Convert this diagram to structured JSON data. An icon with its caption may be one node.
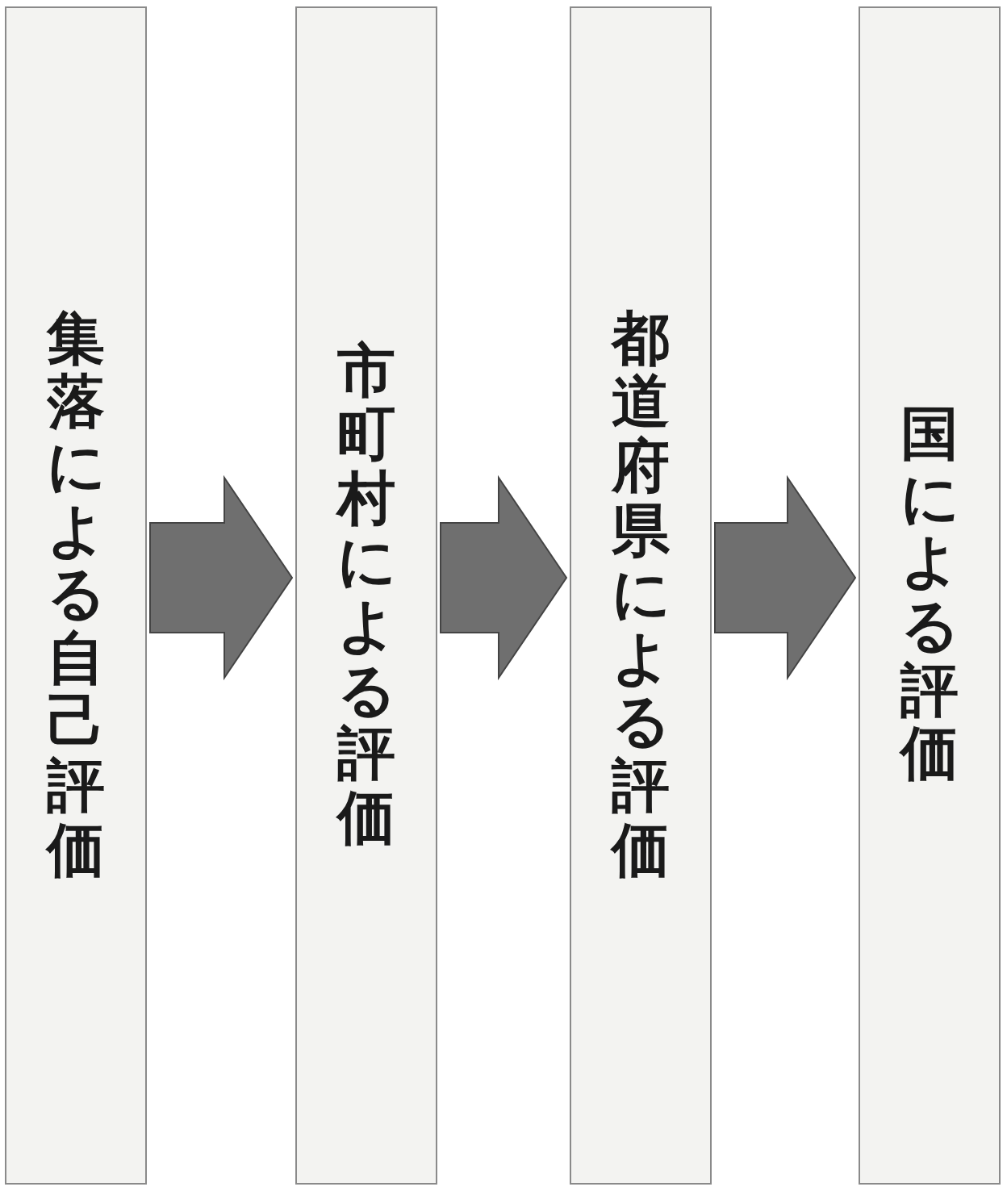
{
  "diagram": {
    "nodes": [
      {
        "text": [
          "集落による自己評価"
        ]
      },
      {
        "text": [
          "市町村による評価"
        ]
      },
      {
        "text": [
          "都道府県による評価"
        ]
      },
      {
        "text": [
          "国による評価"
        ]
      }
    ],
    "edges": [
      {
        "from": 0,
        "to": 1,
        "arrow": "to"
      },
      {
        "from": 1,
        "to": 2,
        "arrow": "to"
      },
      {
        "from": 2,
        "to": 3,
        "arrow": "to"
      }
    ]
  }
}
